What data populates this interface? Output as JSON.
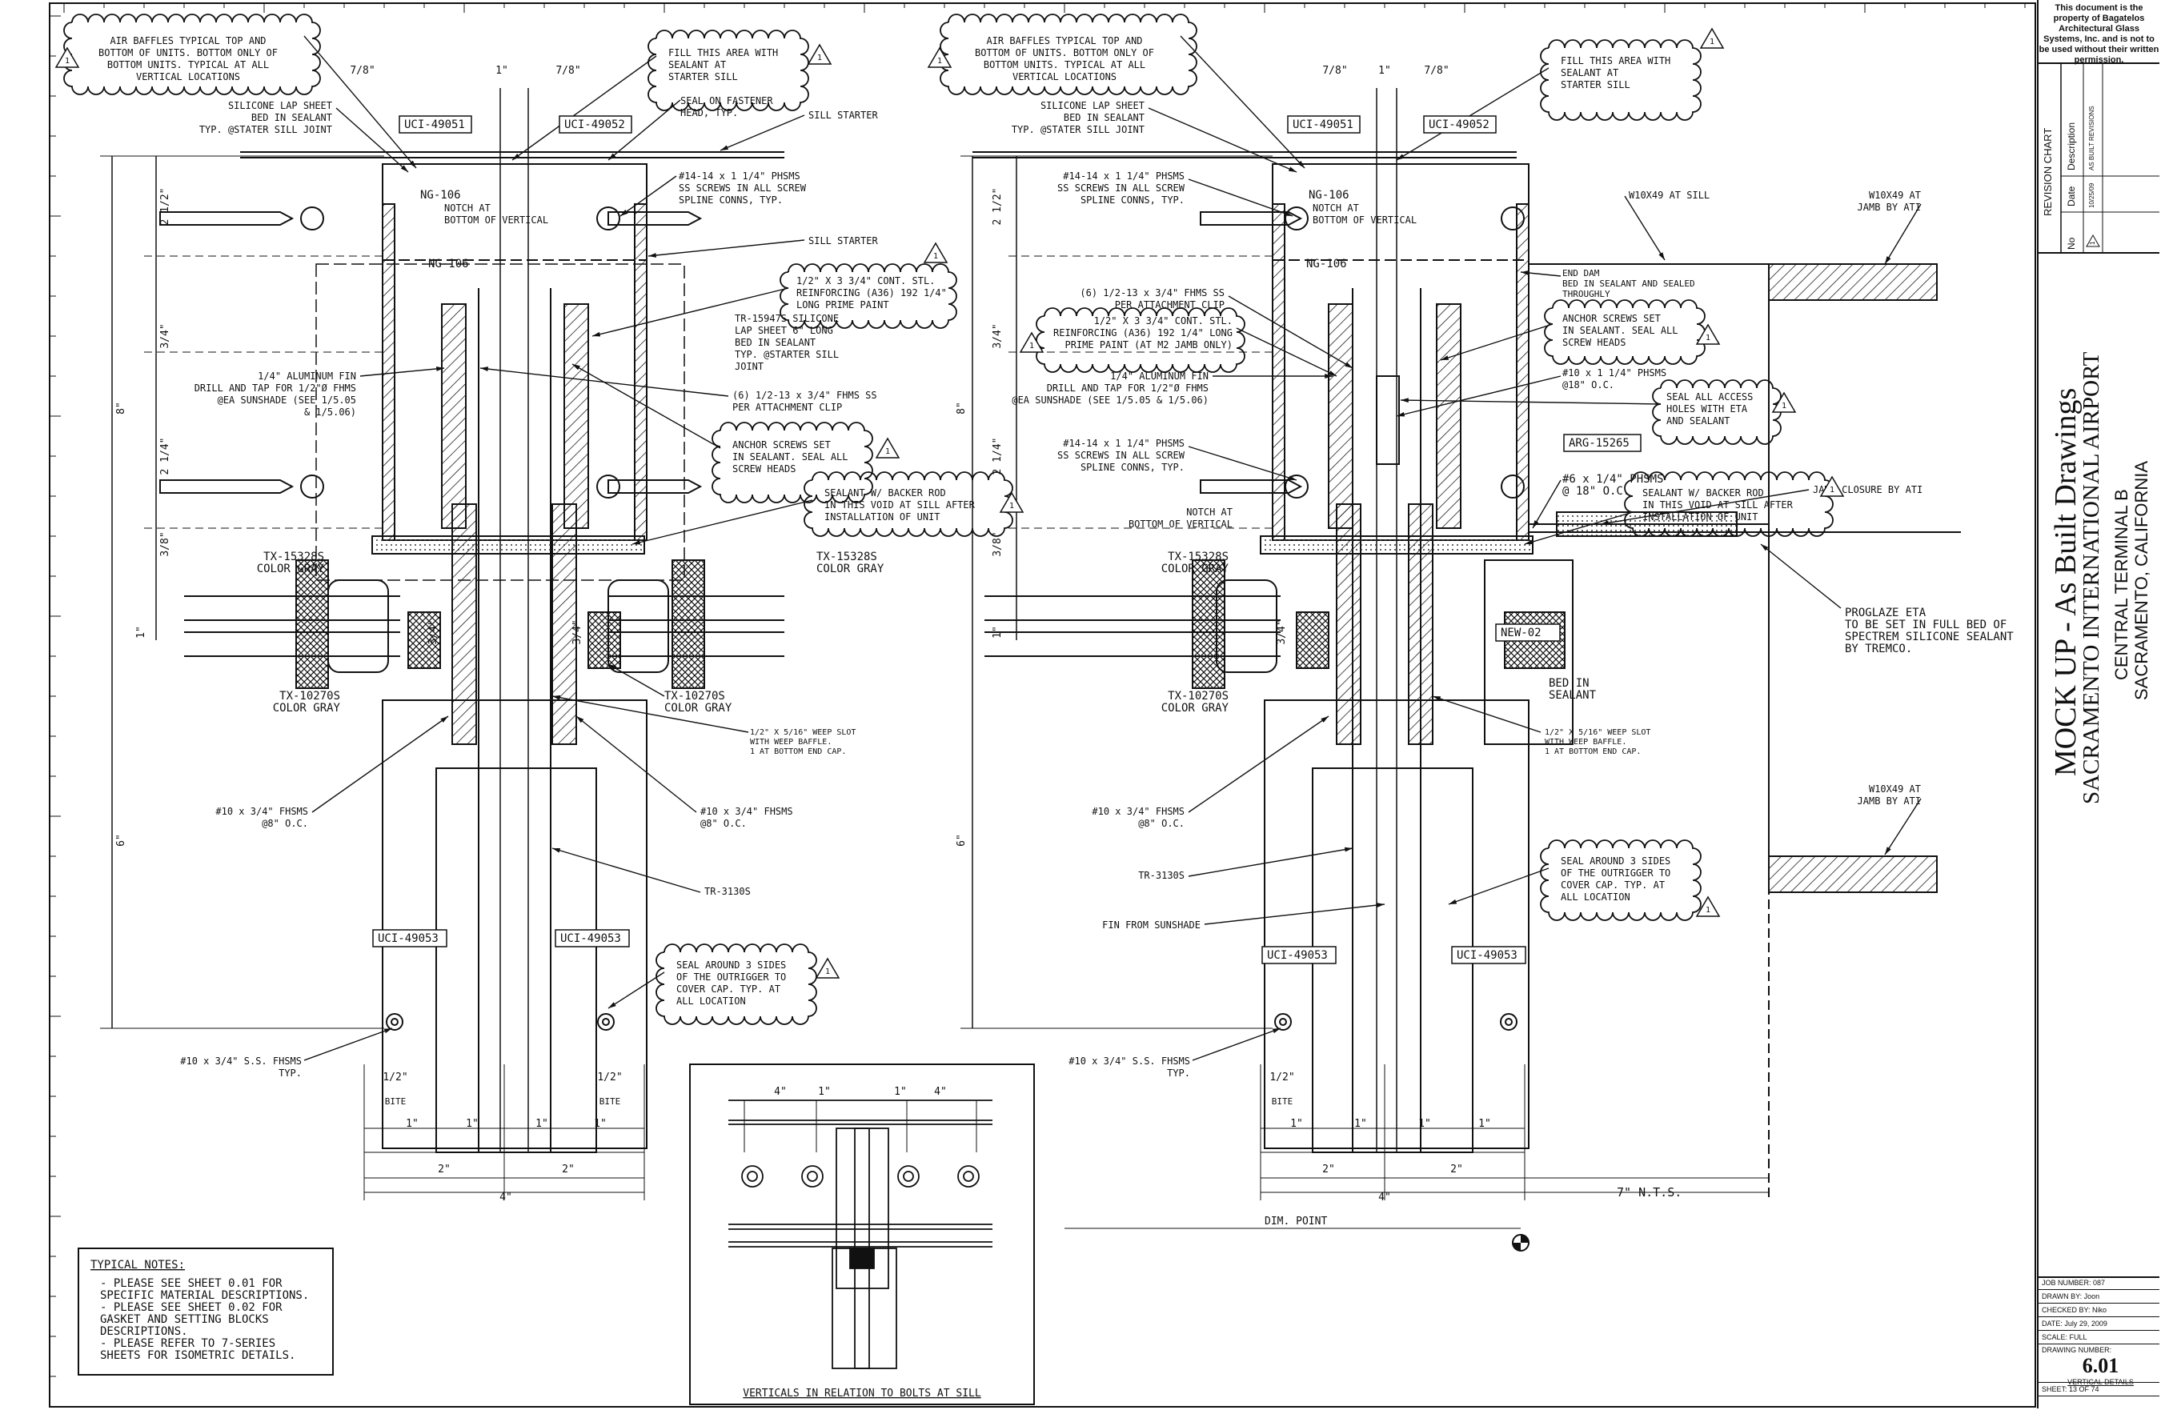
{
  "title_block": {
    "owner_notice": "This document is the property of Bagatelos Architectural Glass Systems, Inc. and is not to be used without their written permission.",
    "revision_chart_title": "REVISION CHART",
    "rev_headers": {
      "no": "No",
      "date": "Date",
      "description": "Description"
    },
    "rev_entry": {
      "no": "1",
      "date": "10/25/09",
      "description": "AS BUILT REVISIONS"
    },
    "project_title": "MOCK UP - As Built Drawings",
    "project_name": "SACRAMENTO INTERNATIONAL AIRPORT",
    "project_sub1": "CENTRAL TERMINAL B",
    "project_sub2": "SACRAMENTO, CALIFORNIA",
    "job_number": "JOB NUMBER: 087",
    "drawn_by": "DRAWN BY:   Joon",
    "checked_by": "CHECKED BY: Niko",
    "date": "DATE:   July 29, 2009",
    "scale": "SCALE:  FULL",
    "drawing_number_label": "DRAWING NUMBER:",
    "drawing_number": "6.01",
    "drawing_subtitle": "VERTICAL DETAILS",
    "sheet": "SHEET:  13   OF   74"
  },
  "left_detail": {
    "air_baffles": [
      "AIR BAFFLES TYPICAL TOP AND",
      "BOTTOM OF UNITS. BOTTOM ONLY OF",
      "BOTTOM UNITS. TYPICAL AT ALL",
      "VERTICAL LOCATIONS"
    ],
    "fill_area": [
      "FILL THIS AREA WITH",
      "SEALANT AT",
      "STARTER SILL"
    ],
    "seal_fastener": [
      "SEAL ON FASTENER",
      "HEAD, TYP."
    ],
    "sill_starter": "SILL STARTER",
    "sill_starter2": "SILL STARTER",
    "silicone_lap": [
      "SILICONE LAP SHEET",
      "BED IN SEALANT",
      "TYP. @STATER SILL JOINT"
    ],
    "uci_49051": "UCI-49051",
    "uci_49052": "UCI-49052",
    "uci_49053a": "UCI-49053",
    "uci_49053b": "UCI-49053",
    "ng106": "NG-106",
    "ng106b": "NG-106",
    "notch": [
      "NOTCH AT",
      "BOTTOM OF VERTICAL"
    ],
    "screws_14": [
      "#14-14 x 1 1/4\" PHSMS",
      "SS SCREWS IN ALL SCREW",
      "SPLINE CONNS, TYP."
    ],
    "reinforcing": [
      "1/2\" X 3 3/4\" CONT. STL.",
      "REINFORCING (A36) 192 1/4\"",
      "LONG PRIME PAINT"
    ],
    "tr15947": [
      "TR-15947S SILICONE",
      "LAP SHEET 6\" LONG",
      "BED IN SEALANT",
      "TYP. @STARTER SILL",
      "JOINT"
    ],
    "fin": [
      "1/4\" ALUMINUM FIN",
      "DRILL AND TAP FOR 1/2\"Ø FHMS",
      "@EA SUNSHADE (SEE 1/5.05",
      "& 1/5.06)"
    ],
    "fhms_ss": [
      "(6) 1/2-13 x 3/4\" FHMS SS",
      "PER ATTACHMENT CLIP"
    ],
    "anchor": [
      "ANCHOR SCREWS SET",
      "IN SEALANT. SEAL ALL",
      "SCREW HEADS"
    ],
    "sealant_backer": [
      "SEALANT W/ BACKER ROD",
      "IN THIS VOID AT SILL AFTER",
      "INSTALLATION OF UNIT"
    ],
    "tx15328_l": [
      "TX-15328S",
      "COLOR GRAY"
    ],
    "tx15328_r": [
      "TX-15328S",
      "COLOR GRAY"
    ],
    "tx10270_l": [
      "TX-10270S",
      "COLOR GRAY"
    ],
    "tx10270_r": [
      "TX-10270S",
      "COLOR GRAY"
    ],
    "weep": [
      "1/2\" X 5/16\" WEEP SLOT",
      "WITH WEEP BAFFLE.",
      "1 AT BOTTOM END CAP."
    ],
    "fhsms_l": [
      "#10 x 3/4\" FHSMS",
      "@8\" O.C."
    ],
    "fhsms_r": [
      "#10 x 3/4\" FHSMS",
      "@8\" O.C."
    ],
    "tr3130": "TR-3130S",
    "seal_3sides": [
      "SEAL AROUND 3 SIDES",
      "OF THE OUTRIGGER TO",
      "COVER CAP. TYP. AT",
      "ALL LOCATION"
    ],
    "ss_fhsms": [
      "#10 x 3/4\" S.S. FHSMS",
      "TYP."
    ],
    "bite": "BITE",
    "dims": [
      "7/8\"",
      "1\"",
      "7/8\"",
      "2 1/2\"",
      "3/4\"",
      "8\"",
      "2 1/4\"",
      "3/8\"",
      "1\"",
      "3/4\"",
      "3/4\"",
      "6\"",
      "1/2\"",
      "1/2\"",
      "1\"",
      "1\"",
      "1\"",
      "1\"",
      "2\"",
      "2\"",
      "4\""
    ]
  },
  "right_detail": {
    "air_baffles": [
      "AIR BAFFLES TYPICAL TOP AND",
      "BOTTOM OF UNITS. BOTTOM ONLY OF",
      "BOTTOM UNITS. TYPICAL AT ALL",
      "VERTICAL LOCATIONS"
    ],
    "fill_area": [
      "FILL THIS AREA WITH",
      "SEALANT AT",
      "STARTER SILL"
    ],
    "silicone_lap": [
      "SILICONE LAP SHEET",
      "BED IN SEALANT",
      "TYP. @STATER SILL JOINT"
    ],
    "uci_49051": "UCI-49051",
    "uci_49052": "UCI-49052",
    "uci_49053a": "UCI-49053",
    "uci_49053b": "UCI-49053",
    "ng106": "NG-106",
    "ng106b": "NG-106",
    "notch": [
      "NOTCH AT",
      "BOTTOM OF VERTICAL"
    ],
    "screws_14": [
      "#14-14 x 1 1/4\" PHSMS",
      "SS SCREWS IN ALL SCREW",
      "SPLINE CONNS, TYP."
    ],
    "screws_14b": [
      "#14-14 x 1 1/4\" PHSMS",
      "SS SCREWS IN ALL SCREW",
      "SPLINE CONNS, TYP."
    ],
    "w10_sill": "W10X49 AT SILL",
    "w10_jamb": [
      "W10X49 AT",
      "JAMB BY ATI"
    ],
    "w10_jamb2": [
      "W10X49 AT",
      "JAMB BY ATI"
    ],
    "end_dam": [
      "END DAM",
      "BED IN SEALANT AND SEALED",
      "THROUGHLY"
    ],
    "fhms_ss": [
      "(6) 1/2-13 x 3/4\" FHMS SS",
      "PER ATTACHMENT CLIP"
    ],
    "reinforcing": [
      "1/2\" X 3 3/4\" CONT. STL.",
      "REINFORCING (A36) 192 1/4\" LONG",
      "PRIME PAINT (AT M2 JAMB ONLY)"
    ],
    "anchor": [
      "ANCHOR SCREWS SET",
      "IN SEALANT. SEAL ALL",
      "SCREW HEADS"
    ],
    "phsms10": [
      "#10 x 1 1/4\" PHSMS",
      "@18\" O.C."
    ],
    "fin": [
      "1/4\" ALUMINUM FIN",
      "DRILL AND TAP FOR 1/2\"Ø FHMS",
      "@EA SUNSHADE (SEE 1/5.05 & 1/5.06)"
    ],
    "seal_access": [
      "SEAL ALL ACCESS",
      "HOLES WITH ETA",
      "AND SEALANT"
    ],
    "arg": "ARG-15265",
    "phsms6": [
      "#6 x 1/4\" PHSMS",
      "@ 18\" O.C."
    ],
    "jamb_closure": "JAMB CLOSURE BY ATI",
    "sealant_backer": [
      "SEALANT W/ BACKER ROD",
      "IN THIS VOID AT SILL AFTER",
      "INSTALLATION OF UNIT"
    ],
    "tx15328": [
      "TX-15328S",
      "COLOR GRAY"
    ],
    "proglaze": [
      "PROGLAZE ETA",
      "TO BE SET IN FULL BED OF",
      "SPECTREM SILICONE SEALANT",
      "BY TREMCO."
    ],
    "new02": "NEW-02",
    "bed_sealant": [
      "BED IN",
      "SEALANT"
    ],
    "tx10270": [
      "TX-10270S",
      "COLOR GRAY"
    ],
    "weep": [
      "1/2\" X 5/16\" WEEP SLOT",
      "WITH WEEP BAFFLE.",
      "1 AT BOTTOM END CAP."
    ],
    "fhsms": [
      "#10 x 3/4\" FHSMS",
      "@8\" O.C."
    ],
    "tr3130": "TR-3130S",
    "seal_3sides": [
      "SEAL AROUND 3 SIDES",
      "OF THE OUTRIGGER TO",
      "COVER CAP. TYP. AT",
      "ALL LOCATION"
    ],
    "fin_sunshade": "FIN FROM SUNSHADE",
    "ss_fhsms": [
      "#10 x 3/4\" S.S. FHSMS",
      "TYP."
    ],
    "bite": "BITE",
    "dim_point": "DIM. POINT",
    "nts": "7\" N.T.S.",
    "dims": [
      "7/8\"",
      "1\"",
      "7/8\"",
      "2 1/2\"",
      "3/4\"",
      "8\"",
      "2 1/4\"",
      "3/8\"",
      "1\"",
      "3/4\"",
      "6\"",
      "1/2\"",
      "1\"",
      "1\"",
      "1\"",
      "1\"",
      "2\"",
      "2\"",
      "4\""
    ]
  },
  "notes": {
    "heading": "TYPICAL NOTES:",
    "lines": [
      "-  PLEASE SEE SHEET 0.01 FOR",
      "   SPECIFIC MATERIAL DESCRIPTIONS.",
      "-  PLEASE SEE SHEET 0.02 FOR",
      "   GASKET AND SETTING BLOCKS",
      "   DESCRIPTIONS.",
      "-  PLEASE REFER TO 7-SERIES",
      "   SHEETS FOR ISOMETRIC DETAILS."
    ]
  },
  "inset": {
    "caption": "VERTICALS IN RELATION TO BOLTS AT SILL",
    "dims": [
      "4\"",
      "1\"",
      "1\"",
      "4\""
    ]
  },
  "rev_tag": "1"
}
